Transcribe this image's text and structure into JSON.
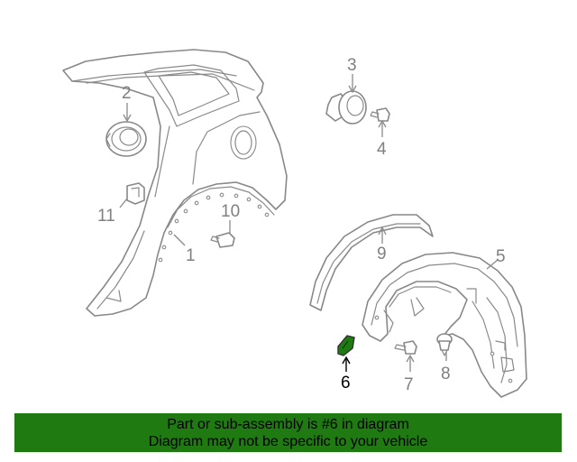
{
  "diagram": {
    "callouts": [
      {
        "id": "1",
        "label": "1"
      },
      {
        "id": "2",
        "label": "2"
      },
      {
        "id": "3",
        "label": "3"
      },
      {
        "id": "4",
        "label": "4"
      },
      {
        "id": "5",
        "label": "5"
      },
      {
        "id": "6",
        "label": "6"
      },
      {
        "id": "7",
        "label": "7"
      },
      {
        "id": "8",
        "label": "8"
      },
      {
        "id": "9",
        "label": "9"
      },
      {
        "id": "10",
        "label": "10"
      },
      {
        "id": "11",
        "label": "11"
      }
    ],
    "highlighted_part": "6",
    "highlight_color": "#1f7a12",
    "line_color": "#888888"
  },
  "banner": {
    "line1": "Part or sub-assembly is #6 in diagram",
    "line2": "Diagram may not be specific to your vehicle",
    "background": "#1f7a12"
  }
}
